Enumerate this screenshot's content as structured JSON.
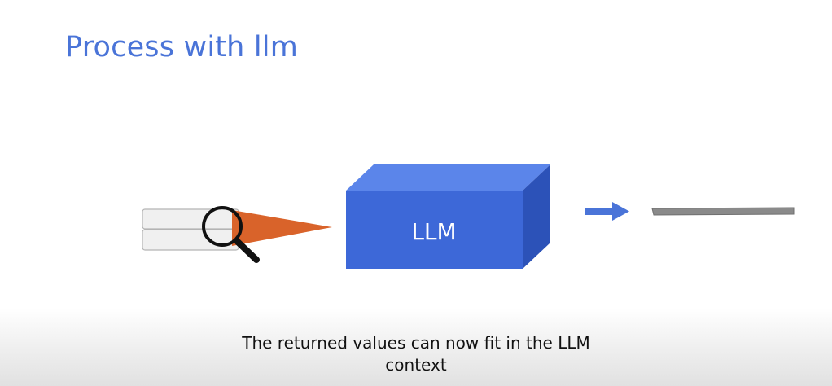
{
  "slide": {
    "title": "Process with llm",
    "caption_line1": "The returned values can now fit in the LLM",
    "caption_line2": "context"
  },
  "diagram": {
    "llm_label": "LLM",
    "icons": [
      "document-stack-icon",
      "magnifier-icon",
      "search-beam-icon",
      "arrow-right-icon",
      "output-bar-icon"
    ],
    "colors": {
      "title": "#4a74d8",
      "cube_front": "#3d68d8",
      "cube_top": "#5b85ea",
      "cube_side": "#2c52b8",
      "beam": "#d9632a",
      "arrow": "#4a74d8",
      "output_bar": "#8a8a8a"
    }
  }
}
